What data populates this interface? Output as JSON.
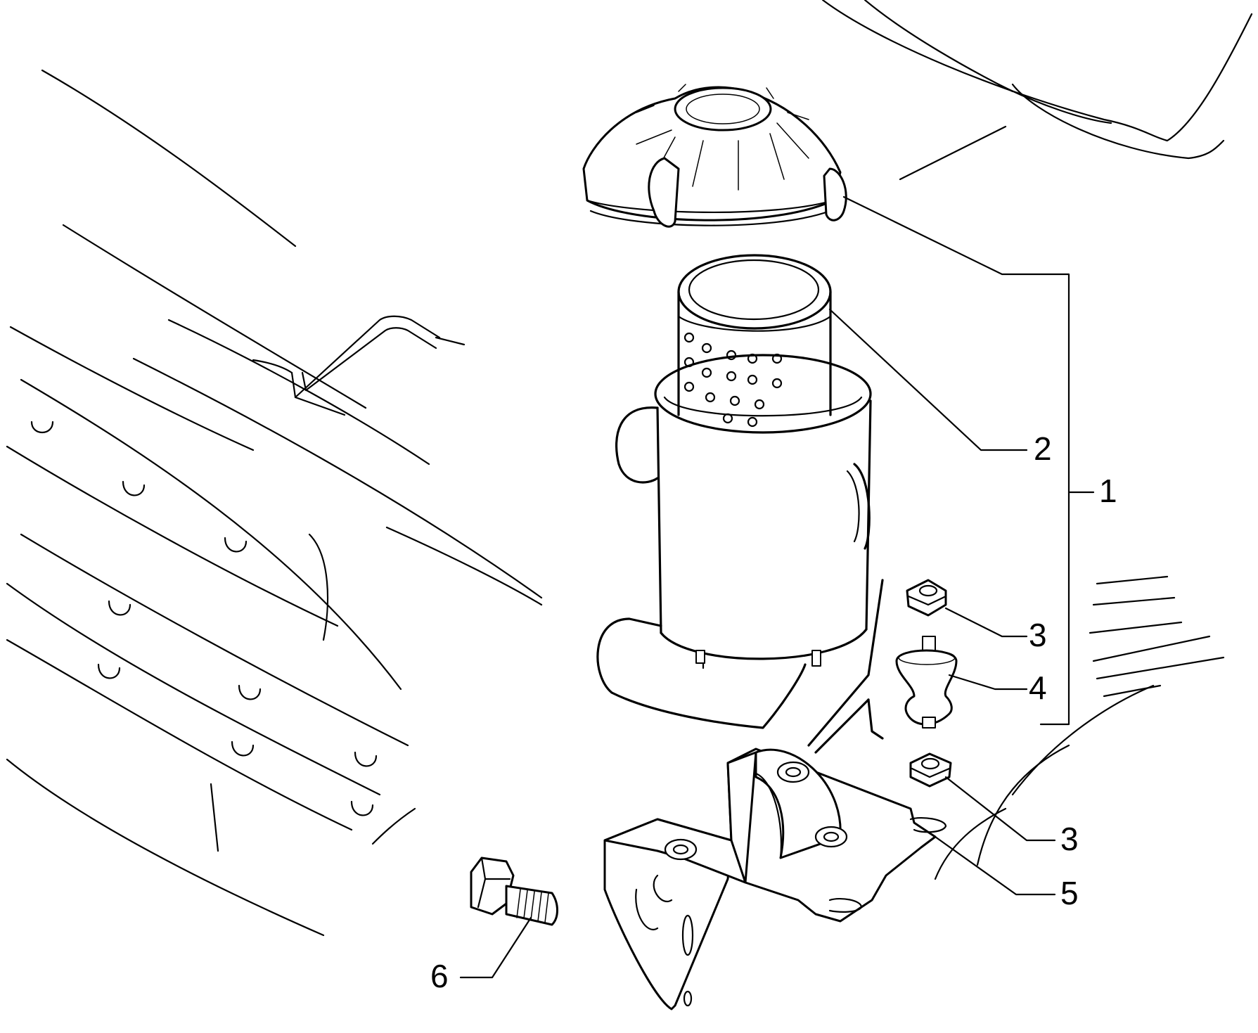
{
  "callouts": [
    {
      "id": "callout-1",
      "text": "1"
    },
    {
      "id": "callout-2",
      "text": "2"
    },
    {
      "id": "callout-3-top",
      "text": "3"
    },
    {
      "id": "callout-4",
      "text": "4"
    },
    {
      "id": "callout-3-bottom",
      "text": "3"
    },
    {
      "id": "callout-5",
      "text": "5"
    },
    {
      "id": "callout-6",
      "text": "6"
    }
  ]
}
